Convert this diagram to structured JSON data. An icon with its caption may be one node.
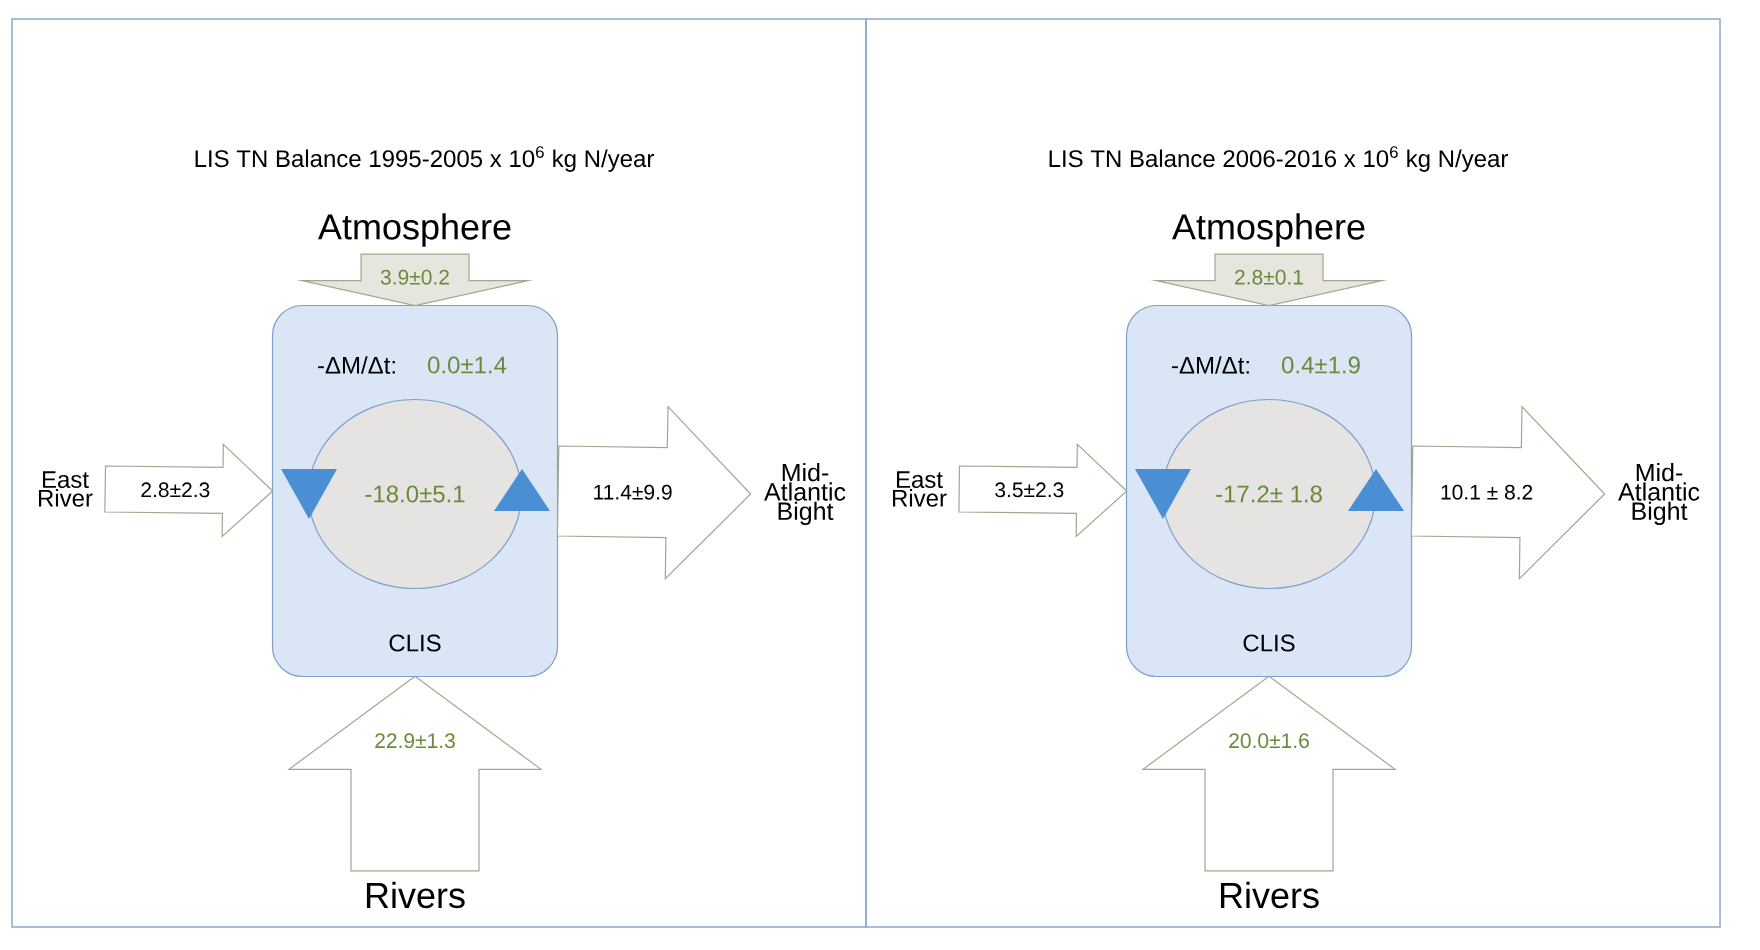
{
  "diagram": {
    "nodes": [
      {
        "text": [
          "LIS TN Balance 1995-2005 x 10$^{6}$ kg N/year"
        ]
      },
      {
        "text": [
          "Atmosphere"
        ],
        "in": 0
      },
      {
        "text": [
          "-ΔM/Δt:",
          "0.0±1.4",
          "CLIS"
        ],
        "in": 0
      },
      {
        "text": [
          "-18.0±5.1"
        ],
        "in": 2
      },
      {
        "text": [
          "East River"
        ],
        "in": 0
      },
      {
        "text": [
          "Mid-Atlantic Bight"
        ],
        "in": 0
      },
      {
        "text": [
          "Rivers"
        ],
        "in": 0
      },
      {
        "text": [
          "LIS TN Balance 2006-2016 x 10$^{6}$ kg N/year"
        ]
      },
      {
        "text": [
          "Atmosphere"
        ],
        "in": 7
      },
      {
        "text": [
          "-ΔM/Δt:",
          "0.4±1.9",
          "CLIS"
        ],
        "in": 7
      },
      {
        "text": [
          "-17.2± 1.8"
        ],
        "in": 9
      },
      {
        "text": [
          "East River"
        ],
        "in": 7
      },
      {
        "text": [
          "Mid-Atlantic Bight"
        ],
        "in": 7
      },
      {
        "text": [
          "Rivers"
        ],
        "in": 7
      }
    ],
    "edges": [
      {
        "from": 1,
        "to": 2,
        "arrow": "to",
        "label": "3.9±0.2"
      },
      {
        "from": 4,
        "to": 2,
        "arrow": "to",
        "label": "2.8±2.3"
      },
      {
        "from": 2,
        "to": 5,
        "arrow": "to",
        "label": "11.4±9.9"
      },
      {
        "from": 6,
        "to": 2,
        "arrow": "to",
        "label": "22.9±1.3"
      },
      {
        "from": 8,
        "to": 9,
        "arrow": "to",
        "label": "2.8±0.1"
      },
      {
        "from": 11,
        "to": 9,
        "arrow": "to",
        "label": "3.5±2.3"
      },
      {
        "from": 9,
        "to": 12,
        "arrow": "to",
        "label": "10.1 ± 8.2"
      },
      {
        "from": 13,
        "to": 9,
        "arrow": "to",
        "label": "20.0±1.6"
      }
    ]
  }
}
